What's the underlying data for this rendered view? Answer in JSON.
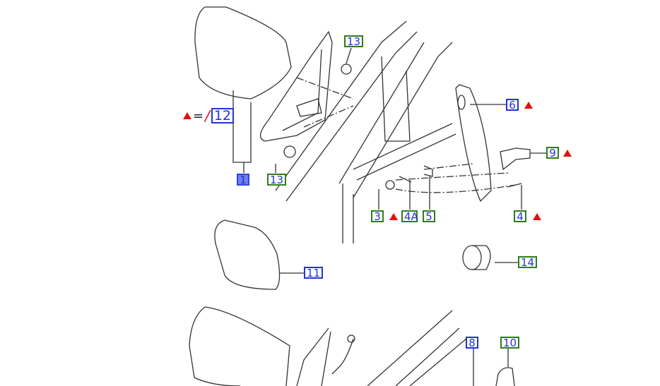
{
  "diagram": {
    "legend": {
      "symbol": "red-triangle",
      "equals": "=",
      "not_mark": "/",
      "ref": "12"
    },
    "callouts": [
      {
        "id": "13a",
        "label": "13",
        "style": "green",
        "flag": false
      },
      {
        "id": "1",
        "label": "1",
        "style": "filled",
        "flag": false
      },
      {
        "id": "13b",
        "label": "13",
        "style": "green",
        "flag": false
      },
      {
        "id": "6",
        "label": "6",
        "style": "blue",
        "flag": true
      },
      {
        "id": "9",
        "label": "9",
        "style": "green",
        "flag": true
      },
      {
        "id": "3",
        "label": "3",
        "style": "green",
        "flag": true
      },
      {
        "id": "4A",
        "label": "4A",
        "style": "green",
        "flag": false
      },
      {
        "id": "5",
        "label": "5",
        "style": "green",
        "flag": false
      },
      {
        "id": "4",
        "label": "4",
        "style": "green",
        "flag": true
      },
      {
        "id": "11",
        "label": "11",
        "style": "blue",
        "flag": false
      },
      {
        "id": "14",
        "label": "14",
        "style": "green",
        "flag": false
      },
      {
        "id": "8",
        "label": "8",
        "style": "blue",
        "flag": false
      },
      {
        "id": "10",
        "label": "10",
        "style": "green",
        "flag": false
      }
    ],
    "colors": {
      "green": "#2e7d1e",
      "blue": "#2233dd",
      "flag": "#e01010",
      "filled": "#6f7ff2"
    }
  }
}
